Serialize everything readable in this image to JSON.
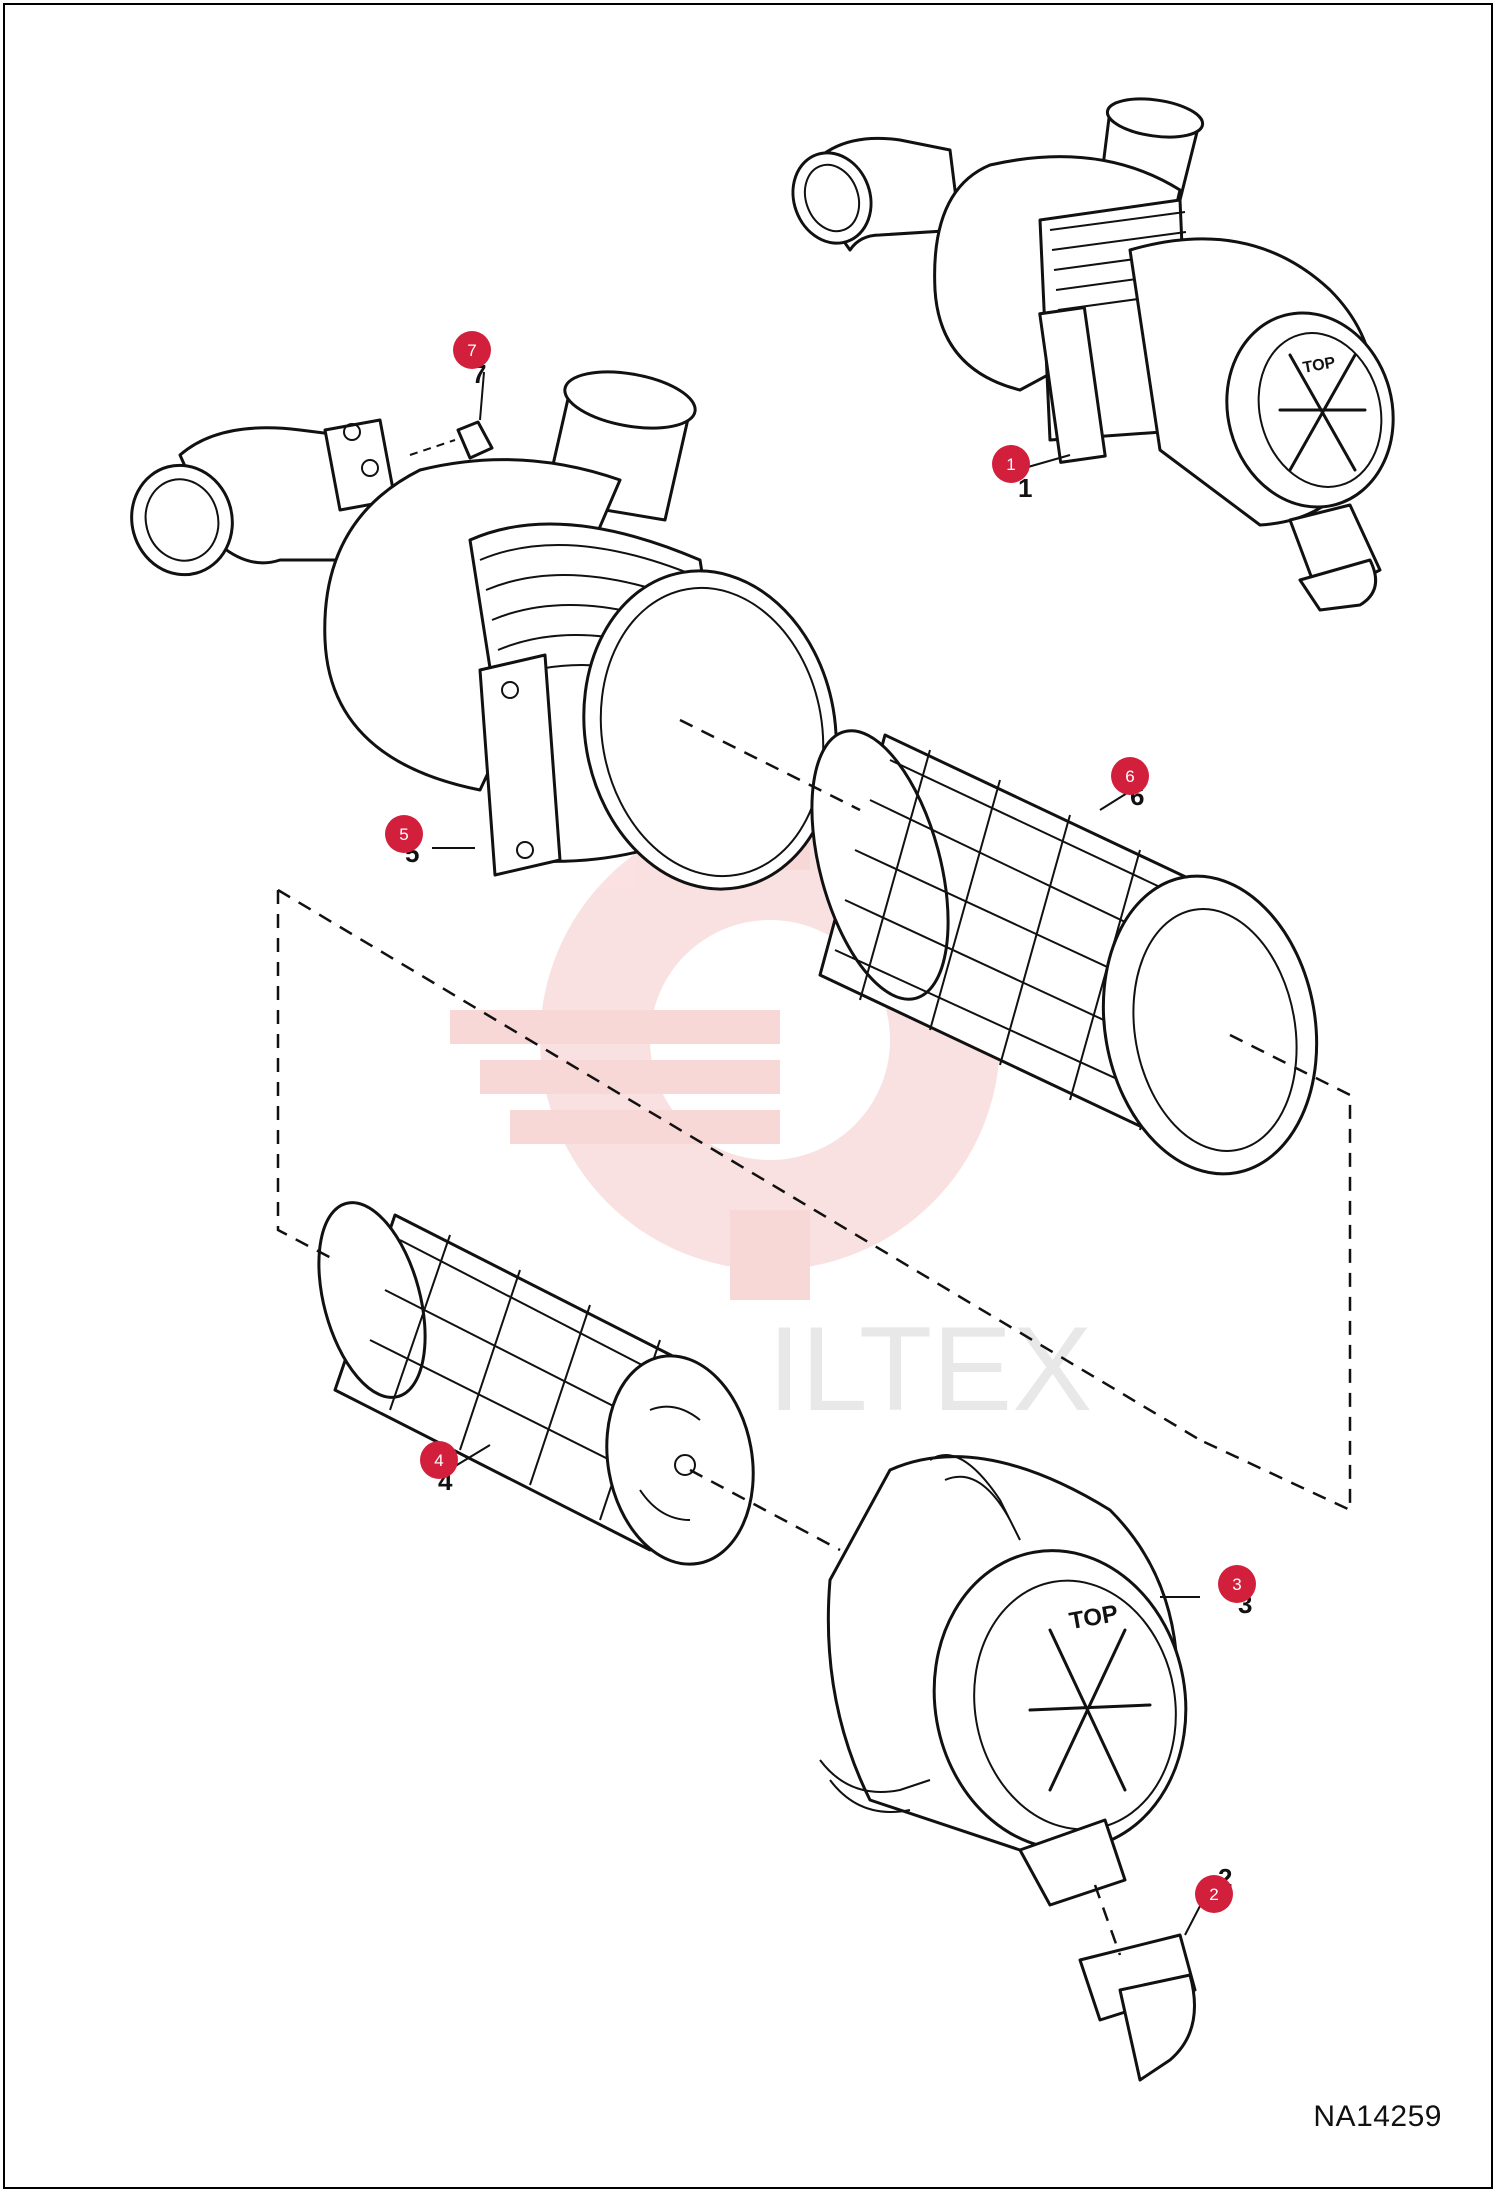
{
  "figure_id": "NA14259",
  "watermark_text": "ILTEX",
  "callouts": [
    {
      "number": "1",
      "label": "1"
    },
    {
      "number": "2",
      "label": "2"
    },
    {
      "number": "3",
      "label": "3"
    },
    {
      "number": "4",
      "label": "4"
    },
    {
      "number": "5",
      "label": "5"
    },
    {
      "number": "6",
      "label": "6"
    },
    {
      "number": "7",
      "label": "7"
    }
  ],
  "cover_label": "TOP",
  "colors": {
    "callout": "#d21f3c",
    "watermark": "#f4b7b7",
    "line": "#111111"
  }
}
